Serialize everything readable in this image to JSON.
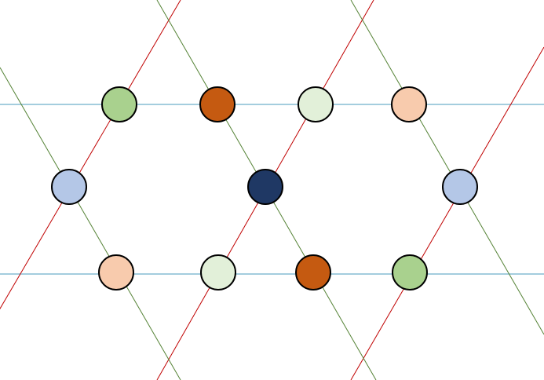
{
  "colors": {
    "background": "#ffffff",
    "horizontal_lines": "#4a9bbd",
    "red_lines": "#c00000",
    "green_lines": "#548235",
    "node_outline": "#000000"
  },
  "node_colors": {
    "light_green": "#a9d18e",
    "burnt_orange": "#c55a11",
    "pale_green": "#e2f0d9",
    "peach": "#f8cbad",
    "light_blue": "#b4c7e7",
    "navy": "#1f3864"
  },
  "nodes": [
    {
      "color_key": "light_green"
    },
    {
      "color_key": "burnt_orange"
    },
    {
      "color_key": "pale_green"
    },
    {
      "color_key": "peach"
    },
    {
      "color_key": "light_blue"
    },
    {
      "color_key": "navy"
    },
    {
      "color_key": "light_blue"
    },
    {
      "color_key": "peach"
    },
    {
      "color_key": "pale_green"
    },
    {
      "color_key": "burnt_orange"
    },
    {
      "color_key": "light_green"
    }
  ]
}
